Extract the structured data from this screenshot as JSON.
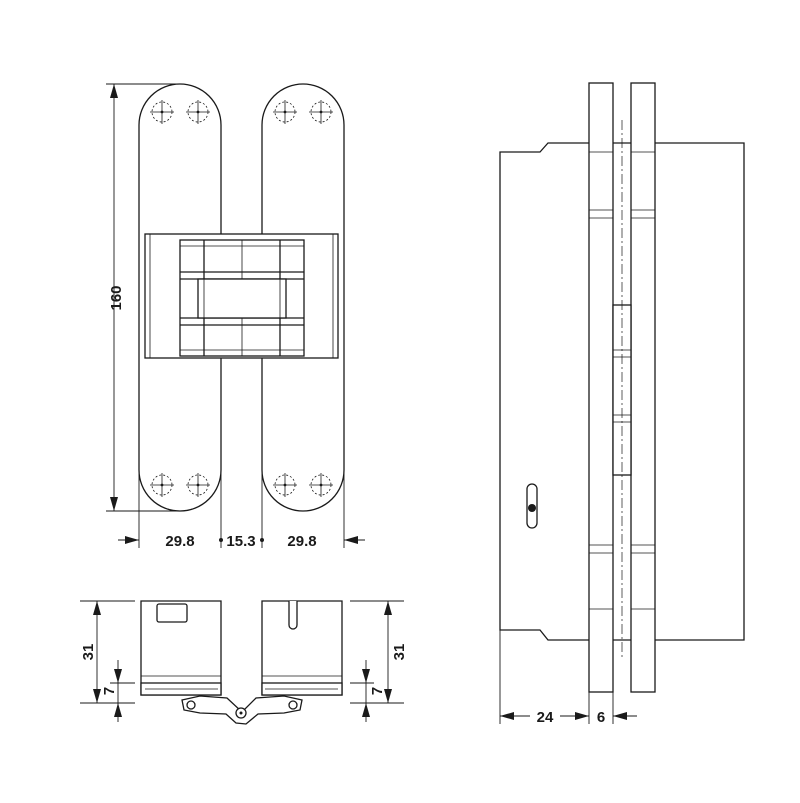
{
  "front_view": {
    "height_label": "160",
    "width_left_label": "29.8",
    "width_middle_label": "15.3",
    "width_right_label": "29.8"
  },
  "end_view": {
    "left_depth_label": "31",
    "left_offset_label": "7",
    "right_depth_label": "31",
    "right_offset_label": "7"
  },
  "side_view": {
    "door_thickness_label": "24",
    "gap_label": "6"
  }
}
